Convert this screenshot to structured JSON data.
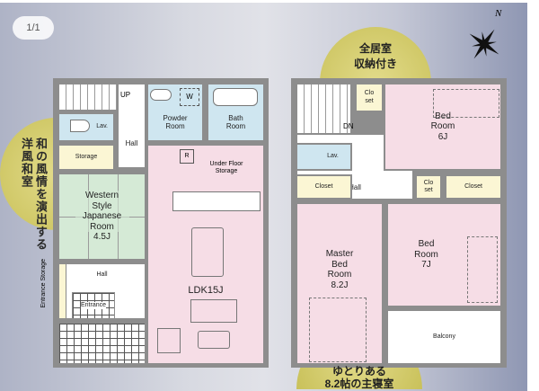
{
  "viewer": {
    "page_indicator": "1/1"
  },
  "floor1": {
    "callout": {
      "line1": "和の風情を演出する",
      "line2": "洋風和室"
    },
    "stairs_label": "UP",
    "toilet_label": "Lav.",
    "hall_upper": "Hall",
    "powder_room": "Powder Room",
    "washer": "W",
    "bath_room": "Bath Room",
    "storage": "Storage",
    "refrigerator": "R",
    "under_floor_storage": "Under Floor Storage",
    "japanese_room": {
      "name": "Western Style Japanese Room",
      "size": "4.5J"
    },
    "hall_lower": "Hall",
    "entrance_storage": "Entrance Storage",
    "entrance": "Entrance",
    "ldk": "LDK15J"
  },
  "floor2": {
    "callout_top": {
      "line1": "全居室",
      "line2": "収納付き"
    },
    "compass": "N",
    "stairs_label": "DN",
    "closet_small_1": "Clo set",
    "bedroom_6": {
      "name": "Bed Room",
      "size": "6J"
    },
    "lav": "Lav.",
    "closet_left": "Closet",
    "hall": "Hall",
    "closet_small_2": "Clo set",
    "closet_right": "Closet",
    "master_bedroom": {
      "name": "Master Bed Room",
      "size": "8.2J"
    },
    "bedroom_7": {
      "name": "Bed Room",
      "size": "7J"
    },
    "balcony": "Balcony",
    "callout_bottom": {
      "line1": "ゆとりある",
      "line2": "8.2帖の主寝室"
    }
  }
}
